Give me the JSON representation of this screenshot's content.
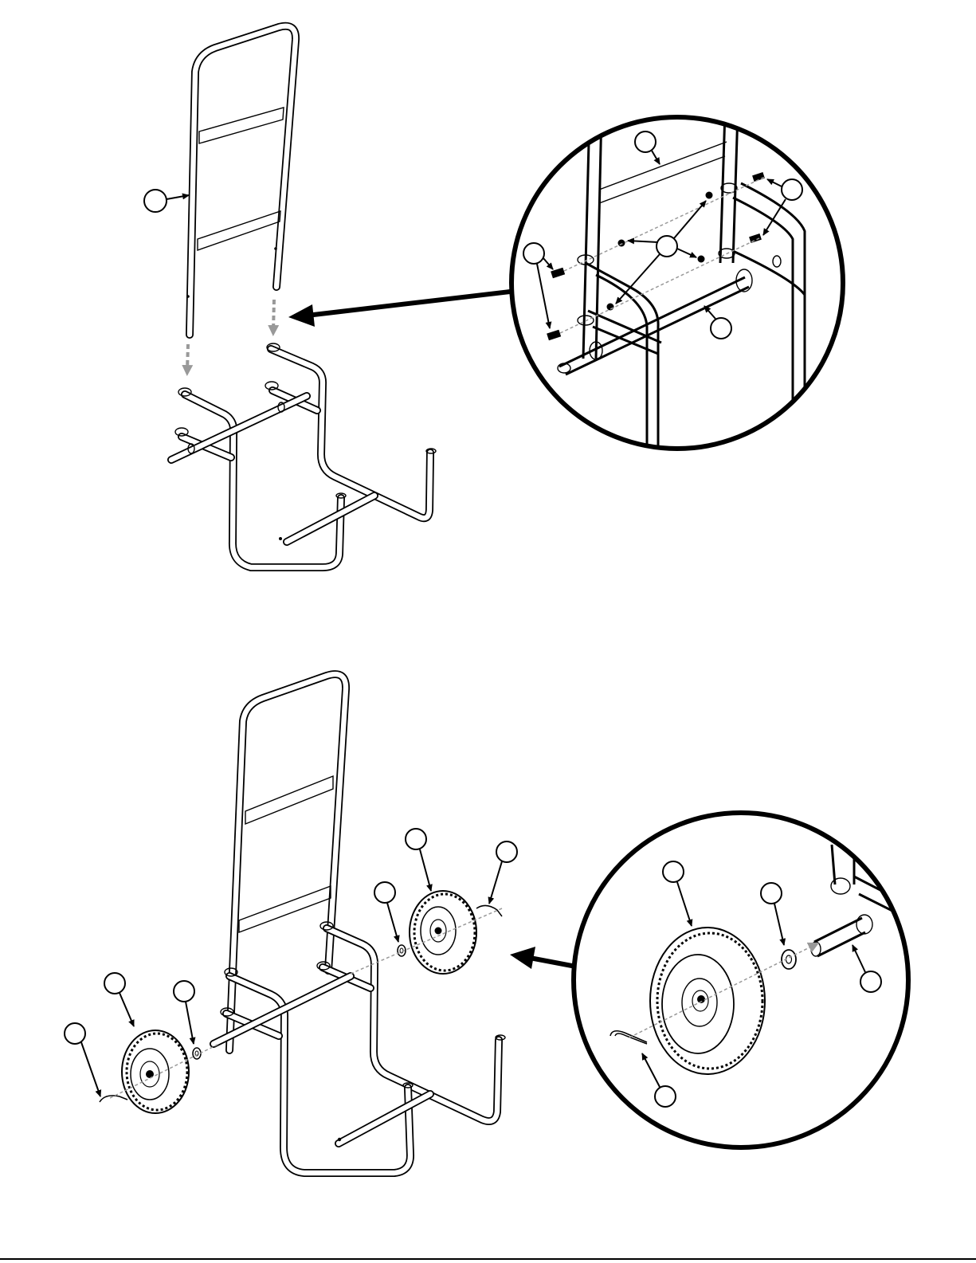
{
  "document": {
    "kind": "assembly-instructions",
    "step_count": 2,
    "text_labels": []
  },
  "steps": [
    {
      "id": "handle-frame-attachment",
      "has_detail_view": true,
      "callout_count": 5
    },
    {
      "id": "wheel-installation",
      "has_detail_view": true,
      "callout_count": 9
    }
  ],
  "colors": {
    "line": "#000000",
    "paper": "#ffffff",
    "guide_arrow": "#999999"
  }
}
